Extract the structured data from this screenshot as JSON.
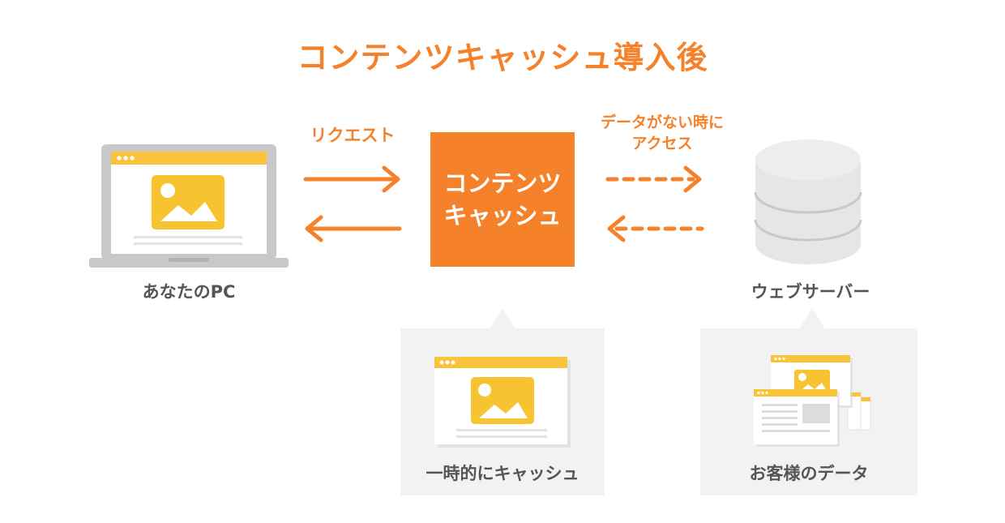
{
  "title": "コンテンツキャッシュ導入後",
  "nodes": {
    "pc_label": "あなたのPC",
    "cache_label": "コンテンツ\nキャッシュ",
    "server_label": "ウェブサーバー"
  },
  "edges": {
    "request_label": "リクエスト",
    "miss_label_line1": "データがない時に",
    "miss_label_line2": "アクセス"
  },
  "panels": {
    "temp_cache_label": "一時的にキャッシュ",
    "customer_data_label": "お客様のデータ"
  },
  "colors": {
    "accent": "#f5822a",
    "image_yellow": "#f7c331",
    "window_bar": "#f9c43b",
    "laptop_gray": "#c8c8c8",
    "server_gray": "#e6e6e6",
    "panel_bg": "#f2f2f2"
  }
}
